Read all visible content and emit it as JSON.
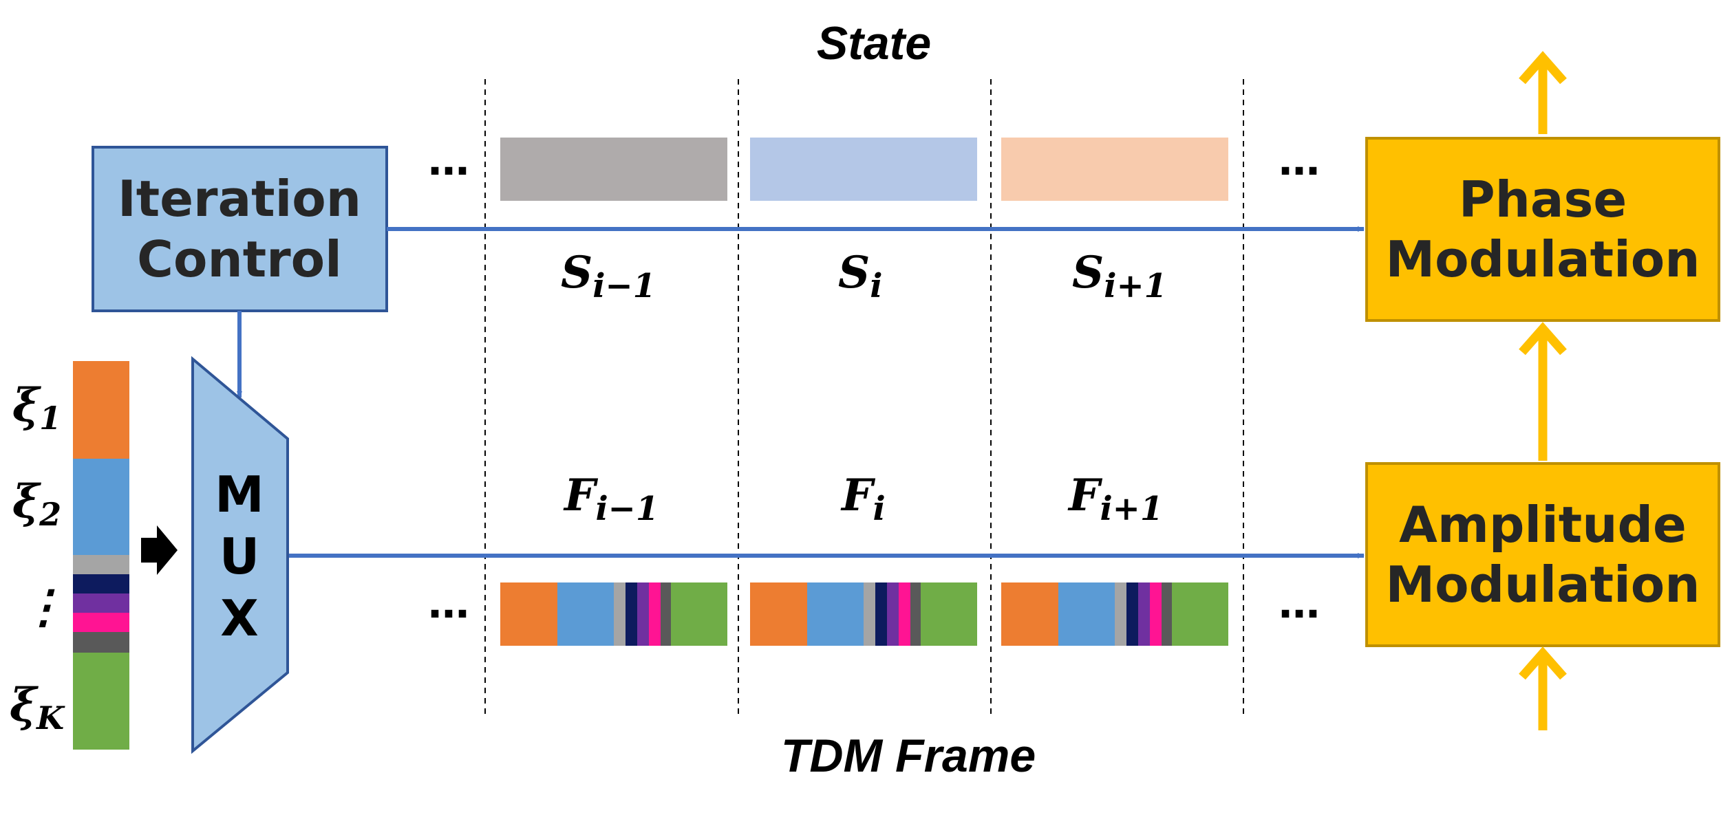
{
  "titles": {
    "state": "State",
    "tdm_frame": "TDM Frame"
  },
  "blocks": {
    "iteration_control": [
      "Iteration",
      "Control"
    ],
    "phase_modulation": [
      "Phase",
      "Modulation"
    ],
    "amplitude_modulation": [
      "Amplitude",
      "Modulation"
    ],
    "mux": [
      "M",
      "U",
      "X"
    ]
  },
  "inputs": [
    {
      "symbol": "ξ",
      "sub": "1"
    },
    {
      "symbol": "ξ",
      "sub": "2"
    },
    {
      "symbol": "⋮",
      "sub": ""
    },
    {
      "symbol": "ξ",
      "sub": "K"
    }
  ],
  "states": [
    {
      "main": "S",
      "sub": "i−1",
      "color": "#AFABAB"
    },
    {
      "main": "S",
      "sub": "i",
      "color": "#B4C7E7"
    },
    {
      "main": "S",
      "sub": "i+1",
      "color": "#F8CBAD"
    }
  ],
  "frames": [
    {
      "main": "F",
      "sub": "i−1"
    },
    {
      "main": "F",
      "sub": "i"
    },
    {
      "main": "F",
      "sub": "i+1"
    }
  ],
  "ellipsis": "…",
  "colors": {
    "block_blue": "#9DC3E6",
    "block_blue_border": "#2F5597",
    "modulator_fill": "#FFC000",
    "modulator_border": "#BF9000",
    "arrow_blue": "#4472C4",
    "arrow_yellow": "#FFC000",
    "seg_orange": "#ED7D31",
    "seg_blue": "#5B9BD5",
    "seg_gray": "#A5A5A5",
    "seg_navy": "#0D1B5E",
    "seg_purple": "#7030A0",
    "seg_pink": "#FF1493",
    "seg_dark": "#595959",
    "seg_green": "#70AD47"
  }
}
